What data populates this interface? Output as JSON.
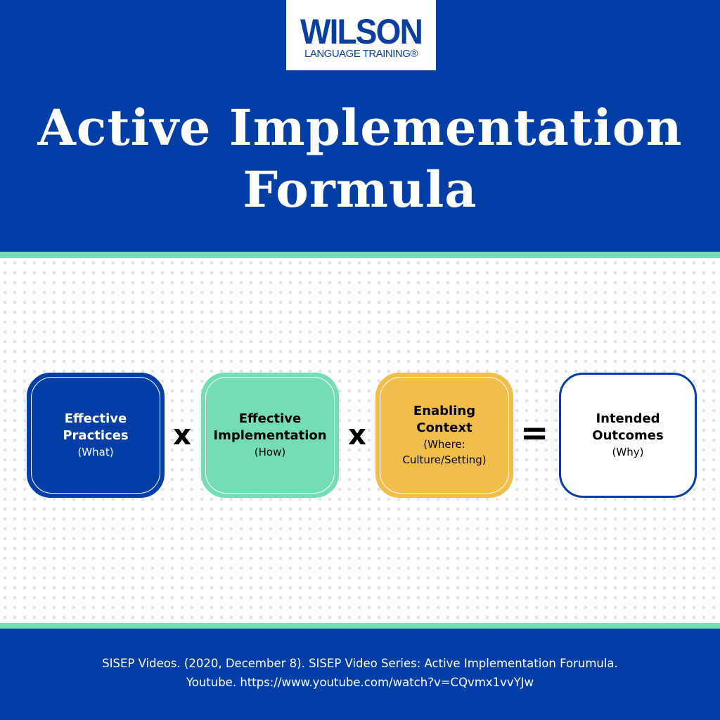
{
  "logo": {
    "brand": "WILSON",
    "subtitle": "LANGUAGE TRAINING®"
  },
  "title": [
    "Active Implementation",
    "Formula"
  ],
  "boxes": [
    {
      "title": [
        "Effective",
        "Practices"
      ],
      "sub": [
        "(What)"
      ],
      "bg": "#023ea5",
      "text": "#ffffff"
    },
    {
      "title": [
        "Effective",
        "Implementation"
      ],
      "sub": [
        "(How)"
      ],
      "bg": "#74ddb6",
      "text": "#000000"
    },
    {
      "title": [
        "Enabling",
        "Context"
      ],
      "sub": [
        "(Where:",
        "Culture/Setting)"
      ],
      "bg": "#f1bd4b",
      "text": "#000000"
    },
    {
      "title": [
        "Intended",
        "Outcomes"
      ],
      "sub": [
        "(Why)"
      ],
      "bg": "#ffffff",
      "text": "#000000"
    }
  ],
  "operators": [
    "x",
    "x",
    "="
  ],
  "citation": [
    "SISEP Videos. (2020, December 8). SISEP Video Series: Active Implementation Forumula.",
    "Youtube. https://www.youtube.com/watch?v=CQvmx1vvYJw"
  ]
}
